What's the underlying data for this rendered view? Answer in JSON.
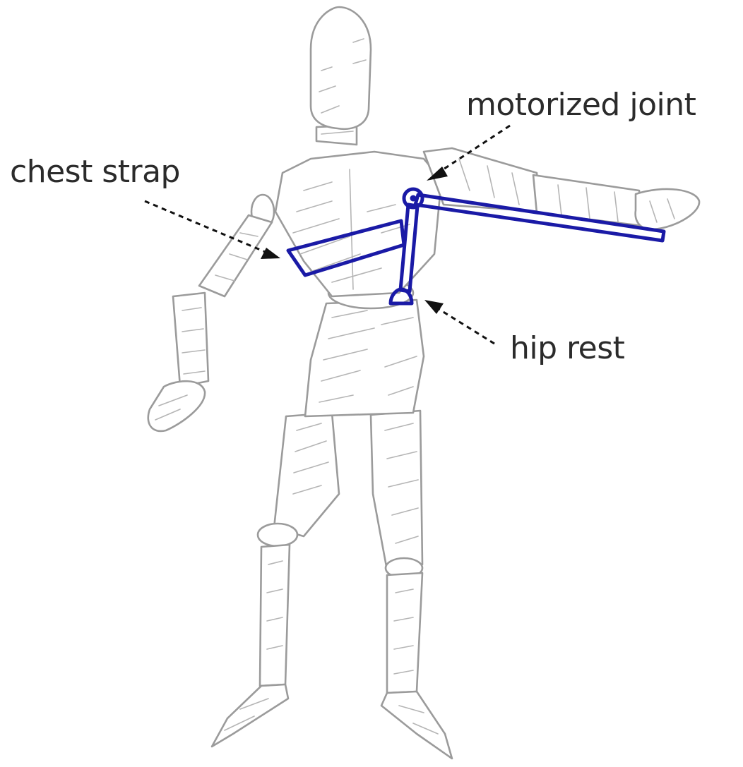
{
  "labels": {
    "motorized_joint": "motorized joint",
    "chest_strap": "chest strap",
    "hip_rest": "hip rest"
  },
  "colors": {
    "device": "#1a1aa6",
    "device_fill": "#ffffff",
    "sketch": "#9b9b9b",
    "arrow": "#111111",
    "text": "#2b2b2b"
  }
}
